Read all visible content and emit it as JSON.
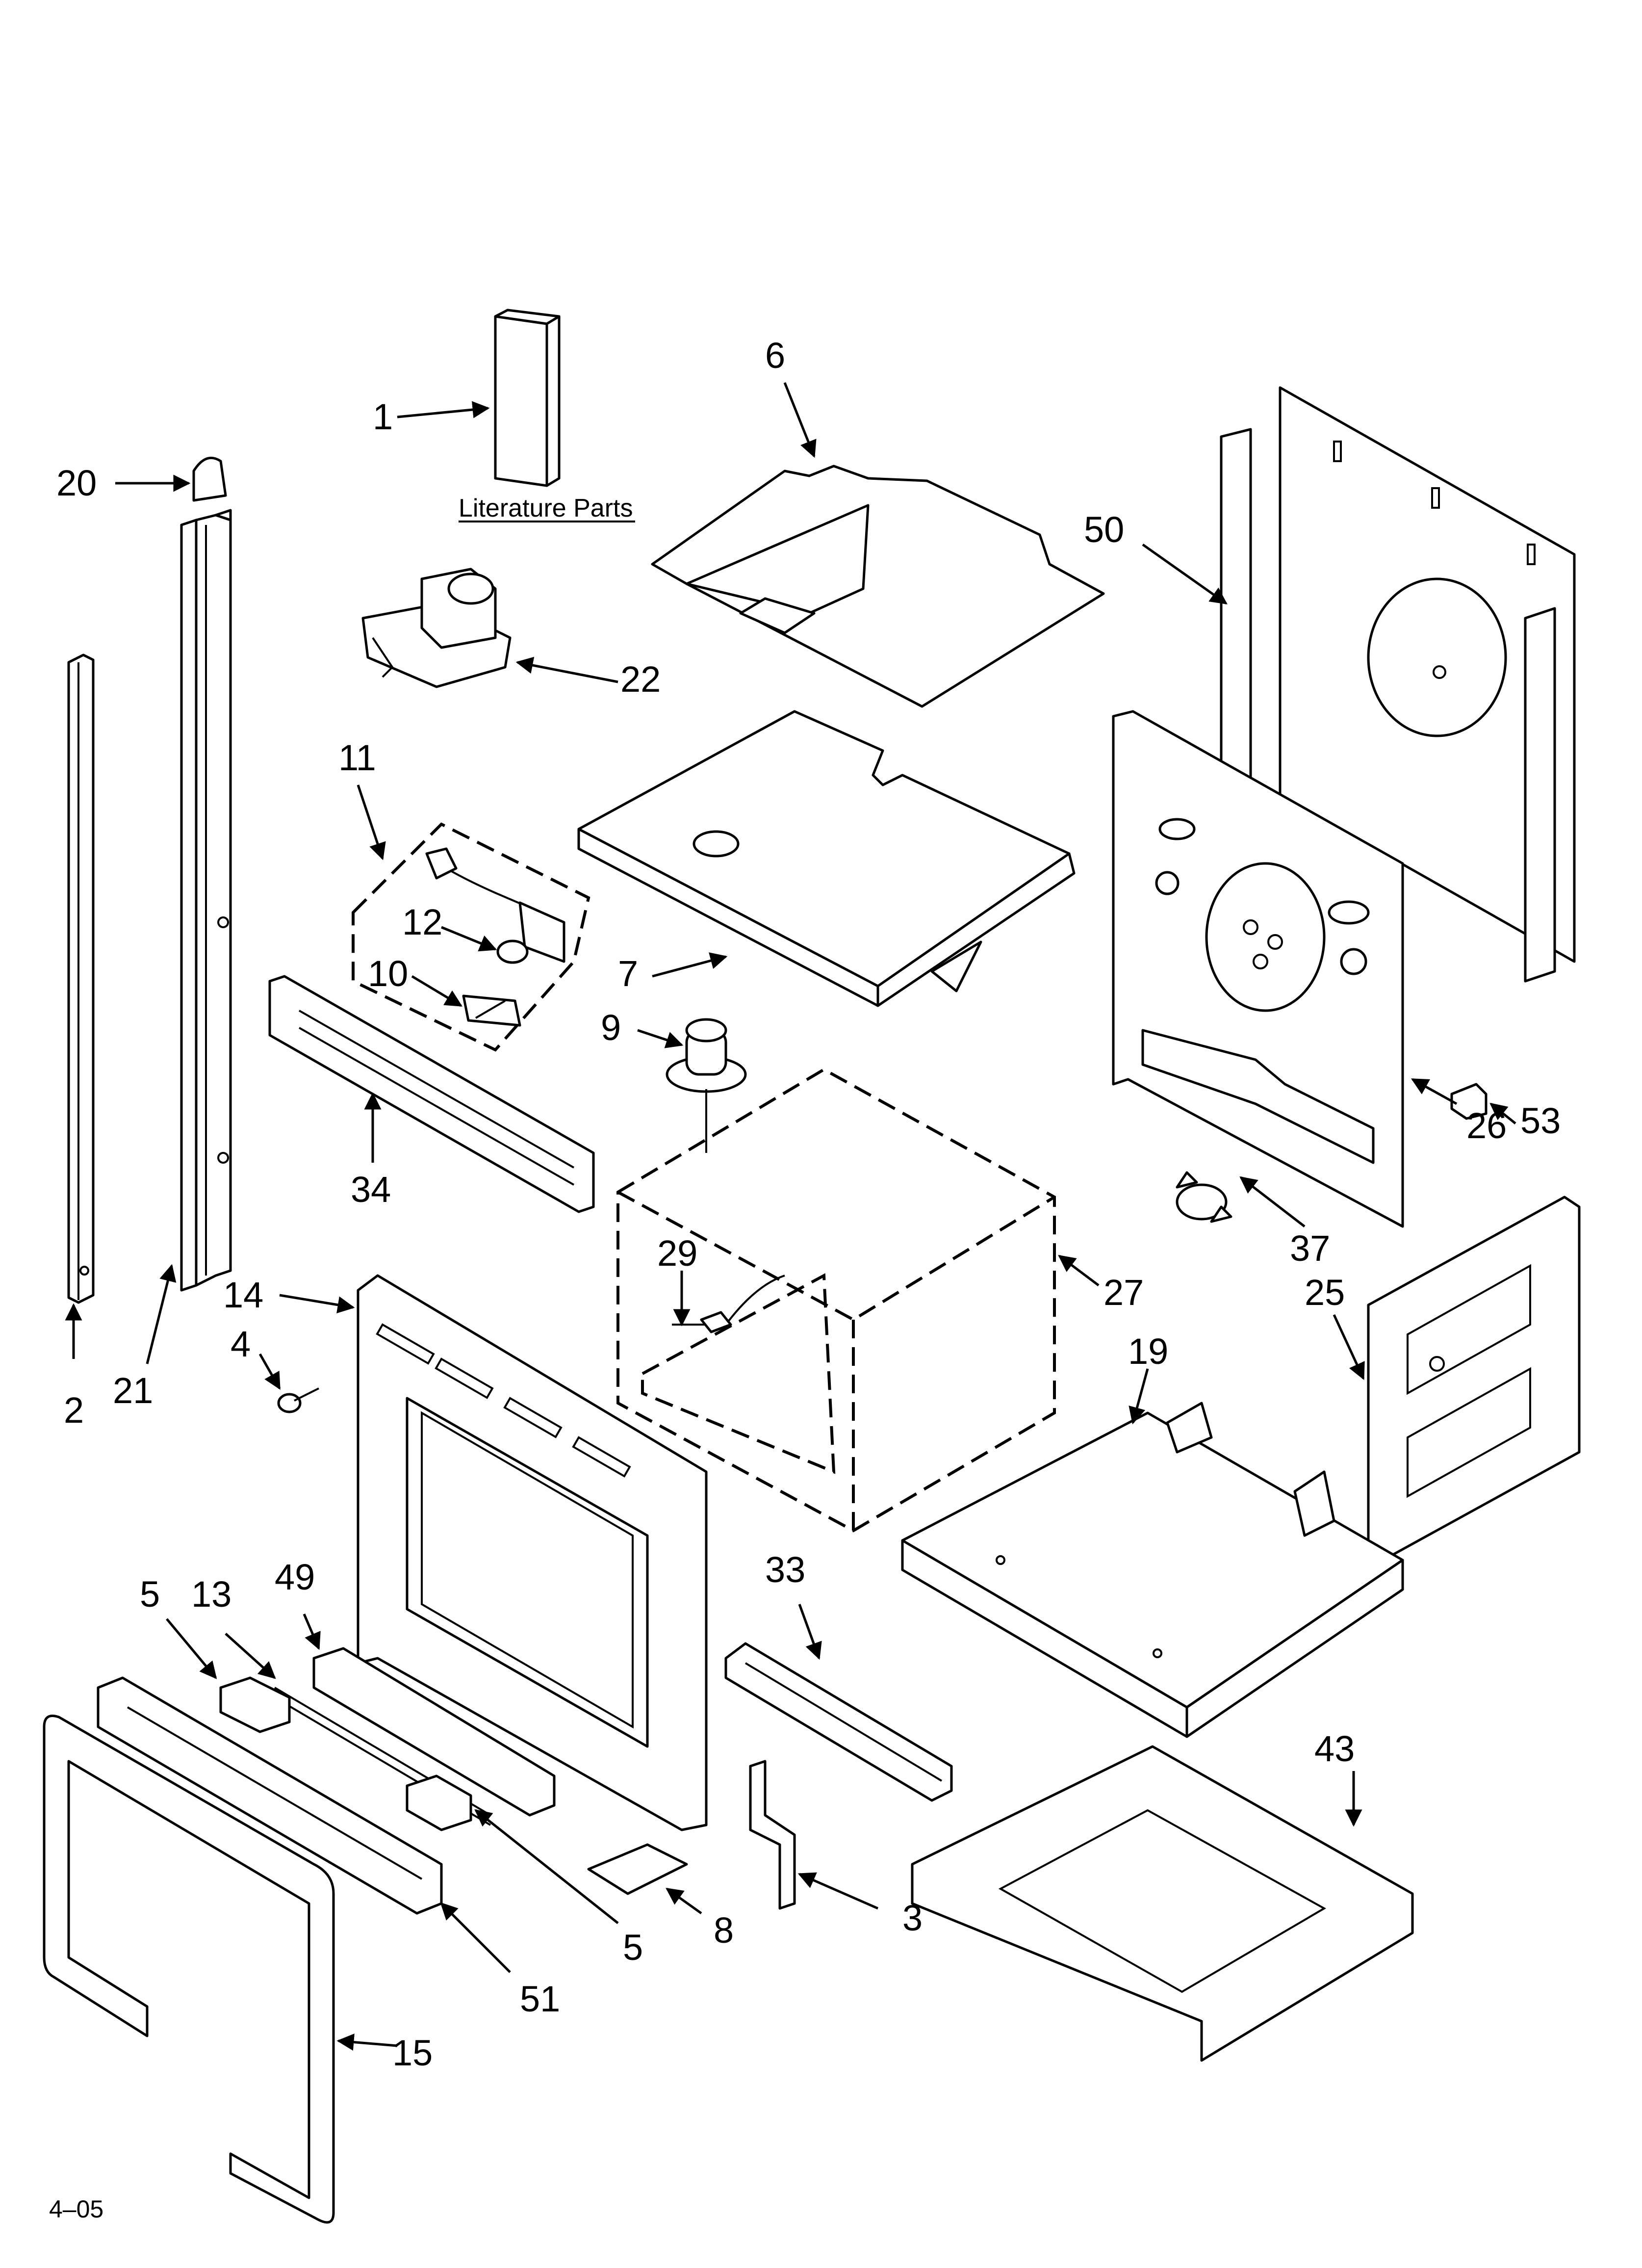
{
  "diagram": {
    "literature_label": "Literature Parts",
    "footer_code": "4–05",
    "callouts": {
      "p1": "1",
      "p2": "2",
      "p3": "3",
      "p4": "4",
      "p5a": "5",
      "p5b": "5",
      "p6": "6",
      "p7": "7",
      "p8": "8",
      "p9": "9",
      "p10": "10",
      "p11": "11",
      "p12": "12",
      "p13": "13",
      "p14": "14",
      "p15": "15",
      "p19": "19",
      "p20": "20",
      "p21": "21",
      "p22": "22",
      "p25": "25",
      "p26": "26",
      "p27": "27",
      "p29": "29",
      "p33": "33",
      "p34": "34",
      "p37": "37",
      "p43": "43",
      "p49": "49",
      "p50": "50",
      "p51": "51",
      "p53": "53"
    }
  }
}
